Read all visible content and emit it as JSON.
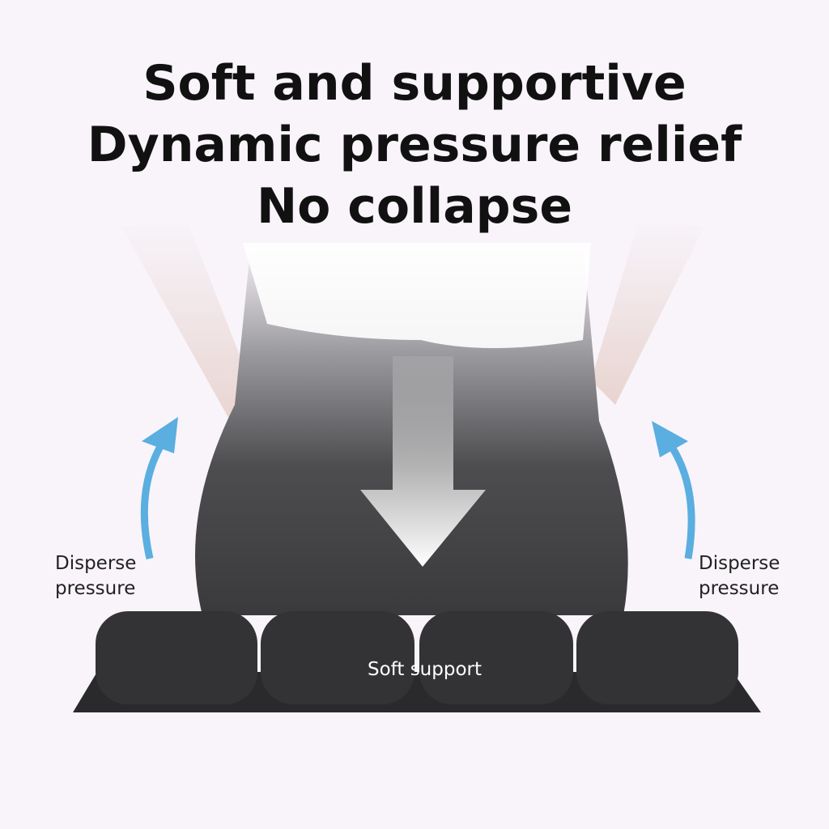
{
  "headline": {
    "line1": "Soft and supportive",
    "line2": "Dynamic pressure relief",
    "line3": "No collapse"
  },
  "labels": {
    "left": [
      "Disperse",
      "pressure"
    ],
    "right": [
      "Disperse",
      "pressure"
    ],
    "center": "Soft support"
  },
  "colors": {
    "arrow_blue": "#5aaee0",
    "cushion": "#2e2e30",
    "pants": "#4a4a4d",
    "background": "#f8f4fa"
  }
}
